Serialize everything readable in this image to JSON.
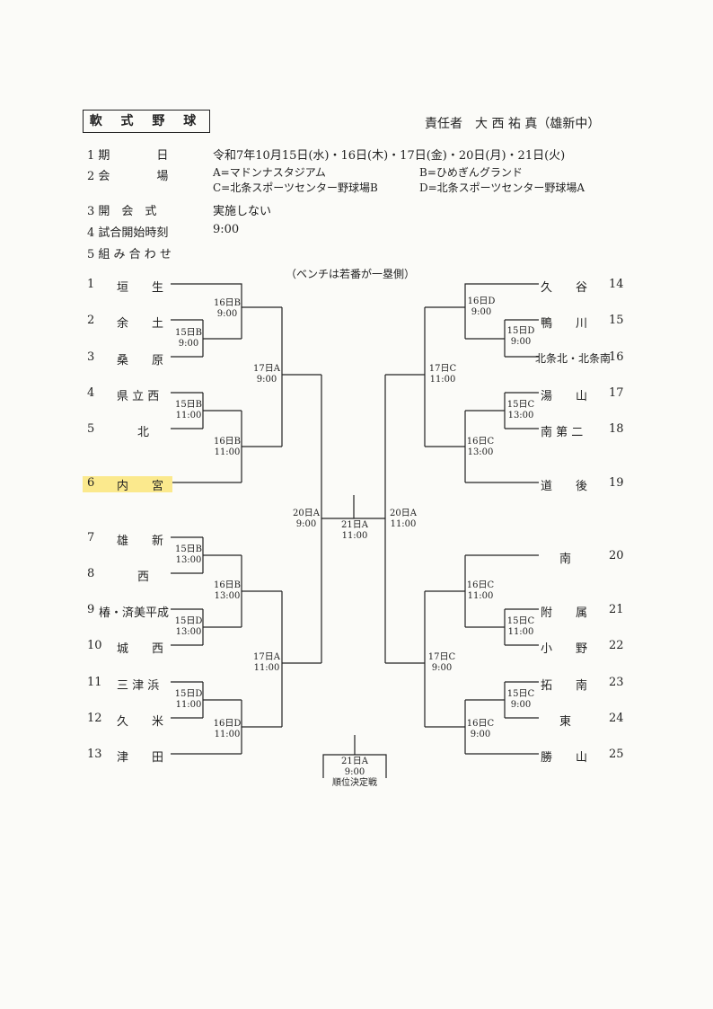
{
  "header": {
    "title": "軟 式 野 球",
    "responsible": "責任者　大 西 祐 真（雄新中）"
  },
  "info": [
    {
      "label": "1 期　　　　日",
      "value": "令和7年10月15日(水)・16日(木)・17日(金)・20日(月)・21日(火)"
    },
    {
      "label": "2 会　　　　場",
      "venues": [
        "A=マドンナスタジアム",
        "B=ひめぎんグランド",
        "C=北条スポーツセンター野球場B",
        "D=北条スポーツセンター野球場A"
      ]
    },
    {
      "label": "3 開　会　式",
      "value": "実施しない"
    },
    {
      "label": "4 試合開始時刻",
      "value": "9:00"
    },
    {
      "label": "5 組 み 合 わ せ",
      "value": ""
    }
  ],
  "bench_note": "（ベンチは若番が一塁側）",
  "teams_left": [
    {
      "no": "1",
      "name": "垣　　生"
    },
    {
      "no": "2",
      "name": "余　　土"
    },
    {
      "no": "3",
      "name": "桑　　原"
    },
    {
      "no": "4",
      "name": "県 立 西"
    },
    {
      "no": "5",
      "name": "北"
    },
    {
      "no": "6",
      "name": "内　　宮"
    },
    {
      "no": "7",
      "name": "雄　　新"
    },
    {
      "no": "8",
      "name": "西"
    },
    {
      "no": "9",
      "name": "椿・済美平成"
    },
    {
      "no": "10",
      "name": "城　　西"
    },
    {
      "no": "11",
      "name": "三 津 浜"
    },
    {
      "no": "12",
      "name": "久　　米"
    },
    {
      "no": "13",
      "name": "津　　田"
    }
  ],
  "teams_right": [
    {
      "no": "14",
      "name": "久　　谷"
    },
    {
      "no": "15",
      "name": "鴨　　川"
    },
    {
      "no": "16",
      "name": "北条北・北条南"
    },
    {
      "no": "17",
      "name": "湯　　山"
    },
    {
      "no": "18",
      "name": "南 第 二"
    },
    {
      "no": "19",
      "name": "道　　後"
    },
    {
      "no": "20",
      "name": "南"
    },
    {
      "no": "21",
      "name": "附　　属"
    },
    {
      "no": "22",
      "name": "小　　野"
    },
    {
      "no": "23",
      "name": "拓　　南"
    },
    {
      "no": "24",
      "name": "東"
    },
    {
      "no": "25",
      "name": "勝　　山"
    }
  ],
  "games": {
    "l1": [
      "16日B",
      "9:00"
    ],
    "l2": [
      "15日B",
      "9:00"
    ],
    "l3": [
      "17日A",
      "9:00"
    ],
    "l4": [
      "15日B",
      "11:00"
    ],
    "l5": [
      "16日B",
      "11:00"
    ],
    "l6": [
      "20日A",
      "9:00"
    ],
    "l7": [
      "15日B",
      "13:00"
    ],
    "l8": [
      "16日B",
      "13:00"
    ],
    "l9": [
      "15日D",
      "13:00"
    ],
    "l10": [
      "17日A",
      "11:00"
    ],
    "l11": [
      "15日D",
      "11:00"
    ],
    "l12": [
      "16日D",
      "11:00"
    ],
    "final": [
      "21日A",
      "11:00"
    ],
    "third": [
      "21日A",
      "9:00",
      "順位決定戦"
    ],
    "r1": [
      "16日D",
      "9:00"
    ],
    "r2": [
      "15日D",
      "9:00"
    ],
    "r3": [
      "17日C",
      "11:00"
    ],
    "r4": [
      "15日C",
      "13:00"
    ],
    "r5": [
      "16日C",
      "13:00"
    ],
    "r6": [
      "20日A",
      "11:00"
    ],
    "r7": [
      "16日C",
      "11:00"
    ],
    "r8": [
      "15日C",
      "11:00"
    ],
    "r9": [
      "17日C",
      "9:00"
    ],
    "r10": [
      "15日C",
      "9:00"
    ],
    "r11": [
      "16日C",
      "9:00"
    ]
  }
}
